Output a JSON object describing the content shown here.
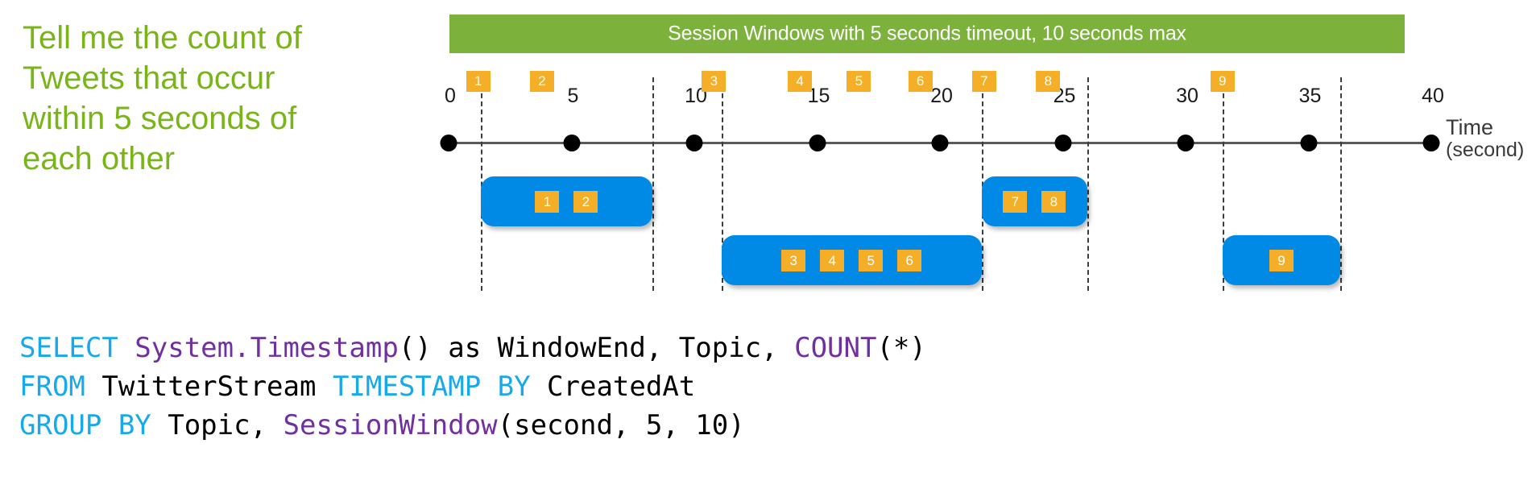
{
  "question": {
    "text": "Tell me the count of Tweets that occur within 5 seconds of each other"
  },
  "banner": {
    "title": "Session Windows with 5 seconds timeout, 10 seconds max",
    "color": "#7CB23C"
  },
  "axis": {
    "title": "Time",
    "unit": "(second)",
    "ticks": [
      "0",
      "5",
      "10",
      "15",
      "20",
      "25",
      "30",
      "35",
      "40"
    ],
    "tick_values": [
      0,
      5,
      10,
      15,
      20,
      25,
      30,
      35,
      40
    ],
    "range": [
      0,
      40
    ],
    "line_color": "#5A5A5A"
  },
  "events": {
    "color": "#F5AE27",
    "items": [
      {
        "label": "1",
        "time": 1.2
      },
      {
        "label": "2",
        "time": 3.8
      },
      {
        "label": "3",
        "time": 10.8
      },
      {
        "label": "4",
        "time": 14.3
      },
      {
        "label": "5",
        "time": 16.7
      },
      {
        "label": "6",
        "time": 19.2
      },
      {
        "label": "7",
        "time": 21.8
      },
      {
        "label": "8",
        "time": 24.4
      },
      {
        "label": "9",
        "time": 31.5
      }
    ]
  },
  "boundaries": {
    "color": "#3D3D3D",
    "times": [
      1.3,
      8.3,
      11.1,
      21.7,
      26.0,
      31.5,
      36.3
    ]
  },
  "session_windows": {
    "color": "#0089E5",
    "chip_color": "#F5AE27",
    "items": [
      {
        "name": "window-1",
        "chips": [
          "1",
          "2"
        ],
        "start": 1.3,
        "end": 8.3,
        "row": 0
      },
      {
        "name": "window-2",
        "chips": [
          "3",
          "4",
          "5",
          "6"
        ],
        "start": 11.1,
        "end": 21.7,
        "row": 1
      },
      {
        "name": "window-3",
        "chips": [
          "7",
          "8"
        ],
        "start": 21.7,
        "end": 26.0,
        "row": 0
      },
      {
        "name": "window-4",
        "chips": [
          "9"
        ],
        "start": 31.5,
        "end": 36.3,
        "row": 1
      }
    ]
  },
  "sql": {
    "lines": [
      [
        {
          "t": "SELECT ",
          "c": "kw"
        },
        {
          "t": "System.Timestamp",
          "c": "fn"
        },
        {
          "t": "() as WindowEnd, Topic, ",
          "c": "plain"
        },
        {
          "t": "COUNT",
          "c": "fn"
        },
        {
          "t": "(*)",
          "c": "plain"
        }
      ],
      [
        {
          "t": "FROM ",
          "c": "kw"
        },
        {
          "t": "TwitterStream ",
          "c": "plain"
        },
        {
          "t": "TIMESTAMP BY ",
          "c": "kw"
        },
        {
          "t": "CreatedAt",
          "c": "plain"
        }
      ],
      [
        {
          "t": "GROUP BY ",
          "c": "kw"
        },
        {
          "t": "Topic, ",
          "c": "plain"
        },
        {
          "t": "SessionWindow",
          "c": "fn"
        },
        {
          "t": "(second, 5, 10)",
          "c": "plain"
        }
      ]
    ],
    "keyword_color": "#17A9EA",
    "function_color": "#7030A0"
  }
}
